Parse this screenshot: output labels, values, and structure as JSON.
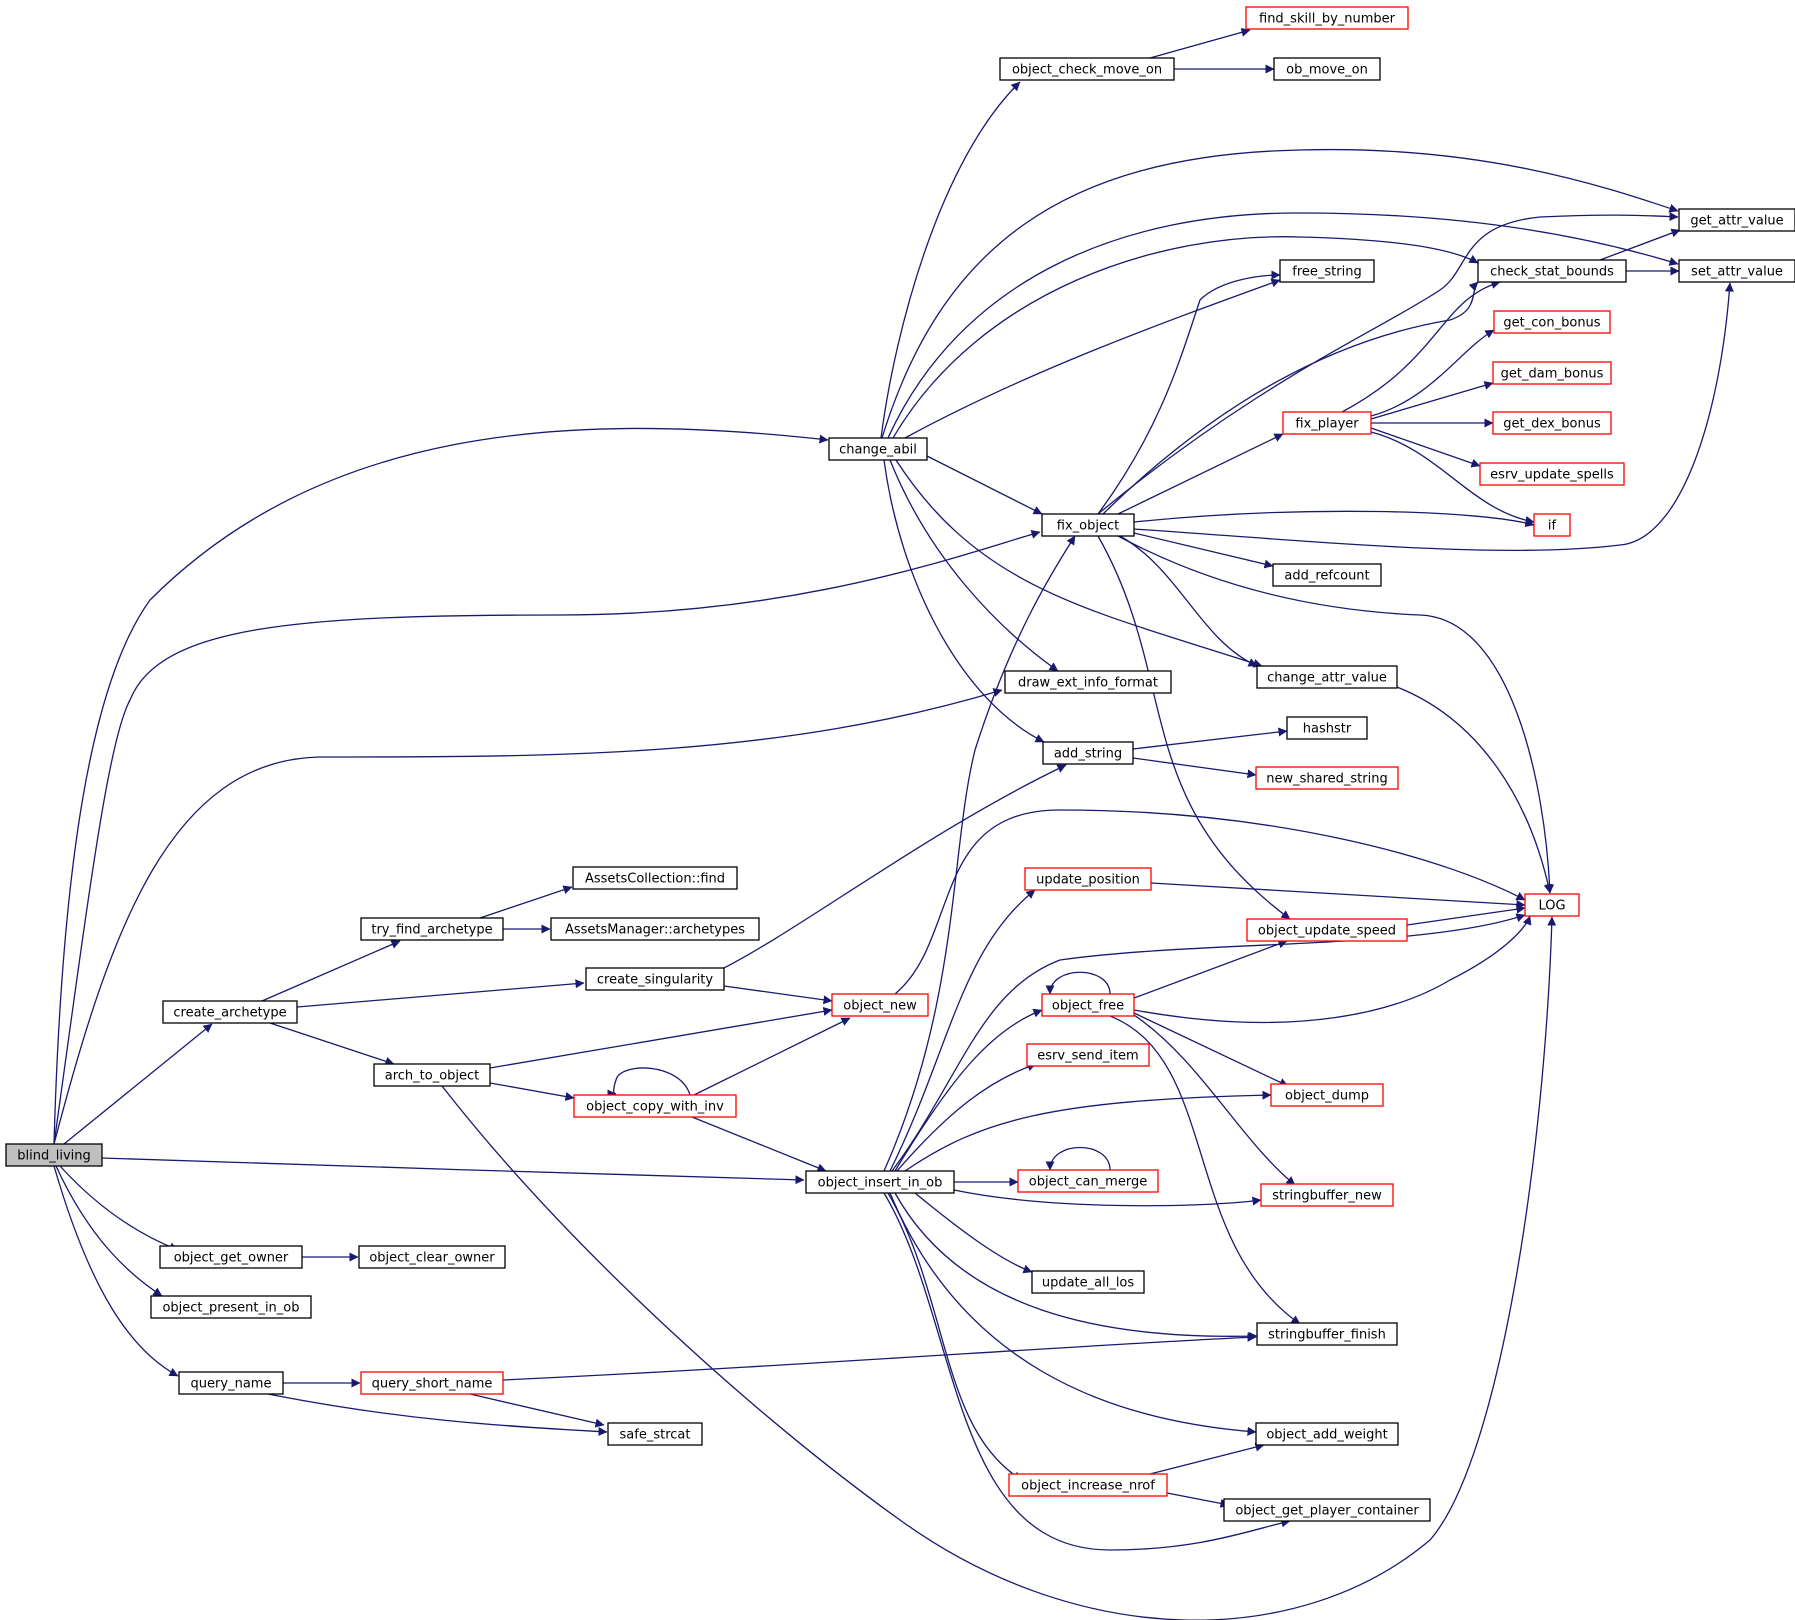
{
  "colors": {
    "edge": "#191970",
    "node_border_normal": "#000000",
    "node_border_external": "#ff0000",
    "root_fill": "#bfbfbf",
    "node_fill": "#ffffff",
    "text": "#000000"
  },
  "nodes": [
    {
      "id": "blind_living",
      "label": "blind_living",
      "kind": "root"
    },
    {
      "id": "change_abil",
      "label": "change_abil",
      "kind": "normal"
    },
    {
      "id": "create_archetype",
      "label": "create_archetype",
      "kind": "normal"
    },
    {
      "id": "object_get_owner",
      "label": "object_get_owner",
      "kind": "normal"
    },
    {
      "id": "object_present_in_ob",
      "label": "object_present_in_ob",
      "kind": "normal"
    },
    {
      "id": "query_name",
      "label": "query_name",
      "kind": "normal"
    },
    {
      "id": "try_find_archetype",
      "label": "try_find_archetype",
      "kind": "normal"
    },
    {
      "id": "arch_to_object",
      "label": "arch_to_object",
      "kind": "normal"
    },
    {
      "id": "object_clear_owner",
      "label": "object_clear_owner",
      "kind": "normal"
    },
    {
      "id": "query_short_name",
      "label": "query_short_name",
      "kind": "external"
    },
    {
      "id": "safe_strcat",
      "label": "safe_strcat",
      "kind": "normal"
    },
    {
      "id": "assets_find",
      "label": "AssetsCollection::find",
      "kind": "normal"
    },
    {
      "id": "assets_archetypes",
      "label": "AssetsManager::archetypes",
      "kind": "normal"
    },
    {
      "id": "create_singularity",
      "label": "create_singularity",
      "kind": "normal"
    },
    {
      "id": "object_copy_with_inv",
      "label": "object_copy_with_inv",
      "kind": "external"
    },
    {
      "id": "object_insert_in_ob",
      "label": "object_insert_in_ob",
      "kind": "normal"
    },
    {
      "id": "object_check_move_on",
      "label": "object_check_move_on",
      "kind": "normal"
    },
    {
      "id": "fix_object",
      "label": "fix_object",
      "kind": "normal"
    },
    {
      "id": "draw_ext_info_format",
      "label": "draw_ext_info_format",
      "kind": "normal"
    },
    {
      "id": "add_string",
      "label": "add_string",
      "kind": "normal"
    },
    {
      "id": "update_position",
      "label": "update_position",
      "kind": "external"
    },
    {
      "id": "object_new",
      "label": "object_new",
      "kind": "external"
    },
    {
      "id": "object_free",
      "label": "object_free",
      "kind": "external"
    },
    {
      "id": "esrv_send_item",
      "label": "esrv_send_item",
      "kind": "external"
    },
    {
      "id": "object_can_merge",
      "label": "object_can_merge",
      "kind": "external"
    },
    {
      "id": "update_all_los",
      "label": "update_all_los",
      "kind": "normal"
    },
    {
      "id": "object_increase_nrof",
      "label": "object_increase_nrof",
      "kind": "external"
    },
    {
      "id": "find_skill_by_number",
      "label": "find_skill_by_number",
      "kind": "external"
    },
    {
      "id": "ob_move_on",
      "label": "ob_move_on",
      "kind": "normal"
    },
    {
      "id": "free_string",
      "label": "free_string",
      "kind": "normal"
    },
    {
      "id": "fix_player",
      "label": "fix_player",
      "kind": "external"
    },
    {
      "id": "add_refcount",
      "label": "add_refcount",
      "kind": "normal"
    },
    {
      "id": "change_attr_value",
      "label": "change_attr_value",
      "kind": "normal"
    },
    {
      "id": "hashstr",
      "label": "hashstr",
      "kind": "normal"
    },
    {
      "id": "new_shared_string",
      "label": "new_shared_string",
      "kind": "external"
    },
    {
      "id": "object_update_speed",
      "label": "object_update_speed",
      "kind": "external"
    },
    {
      "id": "object_dump",
      "label": "object_dump",
      "kind": "external"
    },
    {
      "id": "stringbuffer_new",
      "label": "stringbuffer_new",
      "kind": "external"
    },
    {
      "id": "stringbuffer_finish",
      "label": "stringbuffer_finish",
      "kind": "normal"
    },
    {
      "id": "object_add_weight",
      "label": "object_add_weight",
      "kind": "normal"
    },
    {
      "id": "object_get_player_container",
      "label": "object_get_player_container",
      "kind": "normal"
    },
    {
      "id": "check_stat_bounds",
      "label": "check_stat_bounds",
      "kind": "normal"
    },
    {
      "id": "get_con_bonus",
      "label": "get_con_bonus",
      "kind": "external"
    },
    {
      "id": "get_dam_bonus",
      "label": "get_dam_bonus",
      "kind": "external"
    },
    {
      "id": "get_dex_bonus",
      "label": "get_dex_bonus",
      "kind": "external"
    },
    {
      "id": "esrv_update_spells",
      "label": "esrv_update_spells",
      "kind": "external"
    },
    {
      "id": "if",
      "label": "if",
      "kind": "external"
    },
    {
      "id": "LOG",
      "label": "LOG",
      "kind": "external"
    },
    {
      "id": "get_attr_value",
      "label": "get_attr_value",
      "kind": "normal"
    },
    {
      "id": "set_attr_value",
      "label": "set_attr_value",
      "kind": "normal"
    }
  ],
  "edges": [
    [
      "blind_living",
      "change_abil"
    ],
    [
      "blind_living",
      "fix_object"
    ],
    [
      "blind_living",
      "draw_ext_info_format"
    ],
    [
      "blind_living",
      "create_archetype"
    ],
    [
      "blind_living",
      "object_insert_in_ob"
    ],
    [
      "blind_living",
      "object_get_owner"
    ],
    [
      "blind_living",
      "object_present_in_ob"
    ],
    [
      "blind_living",
      "query_name"
    ],
    [
      "create_archetype",
      "try_find_archetype"
    ],
    [
      "create_archetype",
      "create_singularity"
    ],
    [
      "create_archetype",
      "arch_to_object"
    ],
    [
      "try_find_archetype",
      "assets_find"
    ],
    [
      "try_find_archetype",
      "assets_archetypes"
    ],
    [
      "create_singularity",
      "add_string"
    ],
    [
      "create_singularity",
      "object_new"
    ],
    [
      "arch_to_object",
      "object_new"
    ],
    [
      "arch_to_object",
      "object_copy_with_inv"
    ],
    [
      "arch_to_object",
      "LOG"
    ],
    [
      "object_copy_with_inv",
      "object_copy_with_inv"
    ],
    [
      "object_copy_with_inv",
      "object_new"
    ],
    [
      "object_copy_with_inv",
      "object_insert_in_ob"
    ],
    [
      "object_get_owner",
      "object_clear_owner"
    ],
    [
      "query_name",
      "query_short_name"
    ],
    [
      "query_name",
      "safe_strcat"
    ],
    [
      "query_short_name",
      "safe_strcat"
    ],
    [
      "query_short_name",
      "stringbuffer_finish"
    ],
    [
      "change_abil",
      "object_check_move_on"
    ],
    [
      "change_abil",
      "get_attr_value"
    ],
    [
      "change_abil",
      "set_attr_value"
    ],
    [
      "change_abil",
      "check_stat_bounds"
    ],
    [
      "change_abil",
      "free_string"
    ],
    [
      "change_abil",
      "fix_object"
    ],
    [
      "change_abil",
      "draw_ext_info_format"
    ],
    [
      "change_abil",
      "add_string"
    ],
    [
      "change_abil",
      "change_attr_value"
    ],
    [
      "object_check_move_on",
      "find_skill_by_number"
    ],
    [
      "object_check_move_on",
      "ob_move_on"
    ],
    [
      "fix_object",
      "get_attr_value"
    ],
    [
      "fix_object",
      "free_string"
    ],
    [
      "fix_object",
      "check_stat_bounds"
    ],
    [
      "fix_object",
      "fix_player"
    ],
    [
      "fix_object",
      "if"
    ],
    [
      "fix_object",
      "set_attr_value"
    ],
    [
      "fix_object",
      "add_refcount"
    ],
    [
      "fix_object",
      "change_attr_value"
    ],
    [
      "fix_object",
      "LOG"
    ],
    [
      "fix_object",
      "object_update_speed"
    ],
    [
      "fix_player",
      "check_stat_bounds"
    ],
    [
      "fix_player",
      "get_con_bonus"
    ],
    [
      "fix_player",
      "get_dam_bonus"
    ],
    [
      "fix_player",
      "get_dex_bonus"
    ],
    [
      "fix_player",
      "esrv_update_spells"
    ],
    [
      "fix_player",
      "if"
    ],
    [
      "check_stat_bounds",
      "get_attr_value"
    ],
    [
      "check_stat_bounds",
      "set_attr_value"
    ],
    [
      "change_attr_value",
      "LOG"
    ],
    [
      "add_string",
      "hashstr"
    ],
    [
      "add_string",
      "new_shared_string"
    ],
    [
      "object_new",
      "LOG"
    ],
    [
      "update_position",
      "LOG"
    ],
    [
      "object_update_speed",
      "LOG"
    ],
    [
      "object_free",
      "object_free"
    ],
    [
      "object_free",
      "object_update_speed"
    ],
    [
      "object_free",
      "LOG"
    ],
    [
      "object_free",
      "object_dump"
    ],
    [
      "object_free",
      "stringbuffer_new"
    ],
    [
      "object_free",
      "stringbuffer_finish"
    ],
    [
      "object_can_merge",
      "object_can_merge"
    ],
    [
      "object_insert_in_ob",
      "fix_object"
    ],
    [
      "object_insert_in_ob",
      "update_position"
    ],
    [
      "object_insert_in_ob",
      "LOG"
    ],
    [
      "object_insert_in_ob",
      "object_free"
    ],
    [
      "object_insert_in_ob",
      "esrv_send_item"
    ],
    [
      "object_insert_in_ob",
      "object_dump"
    ],
    [
      "object_insert_in_ob",
      "object_can_merge"
    ],
    [
      "object_insert_in_ob",
      "stringbuffer_new"
    ],
    [
      "object_insert_in_ob",
      "update_all_los"
    ],
    [
      "object_insert_in_ob",
      "stringbuffer_finish"
    ],
    [
      "object_insert_in_ob",
      "object_add_weight"
    ],
    [
      "object_insert_in_ob",
      "object_increase_nrof"
    ],
    [
      "object_insert_in_ob",
      "object_get_player_container"
    ],
    [
      "object_increase_nrof",
      "object_add_weight"
    ],
    [
      "object_increase_nrof",
      "object_get_player_container"
    ]
  ]
}
